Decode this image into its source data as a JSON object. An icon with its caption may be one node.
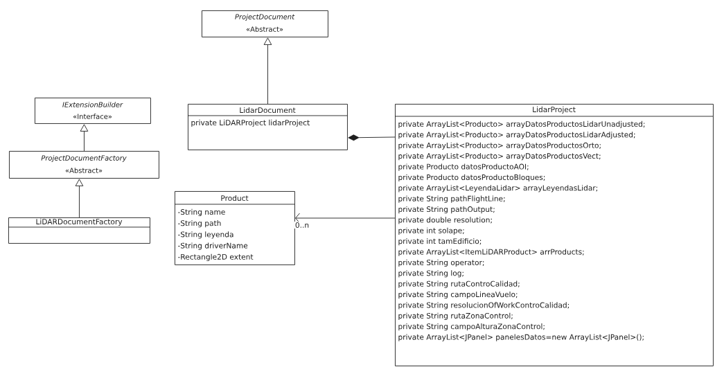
{
  "diagram": {
    "nodes": [
      {
        "text": [
          "ProjectDocument",
          "«Abstract»"
        ]
      },
      {
        "text": [
          "IExtensionBuilder",
          "«Interface»"
        ]
      },
      {
        "text": [
          "ProjectDocumentFactory",
          "«Abstract»"
        ]
      },
      {
        "text": [
          "LiDARDocumentFactory"
        ]
      },
      {
        "text": [
          "LidarDocument",
          "private LiDARProject lidarProject"
        ]
      },
      {
        "text": [
          "LidarProject",
          "private ArrayList<Producto> arrayDatosProductosLidarUnadjusted;",
          "private ArrayList<Producto> arrayDatosProductosLidarAdjusted;",
          "private ArrayList<Producto> arrayDatosProductosOrto;",
          "private ArrayList<Producto> arrayDatosProductosVect;",
          "private Producto datosProductoAOI;",
          "private Producto datosProductoBloques;",
          "private ArrayList<LeyendaLidar> arrayLeyendasLidar;",
          "private String pathFlightLine;",
          "private String pathOutput;",
          "private double resolution;",
          "private int solape;",
          "private int tamEdificio;",
          "private ArrayList<ItemLiDARProduct> arrProducts;",
          "private String operator;",
          "private String log;",
          "private String rutaControCalidad;",
          "private String campoLineaVuelo;",
          "private String resolucionOfWorkControCalidad;",
          "private String rutaZonaControl;",
          "private String campoAlturaZonaControl;",
          "private ArrayList<JPanel> panelesDatos=new ArrayList<JPanel>();"
        ]
      },
      {
        "text": [
          "Product",
          "-String name",
          "-String path",
          "-String leyenda",
          "-String driverName",
          "-Rectangle2D extent"
        ]
      }
    ],
    "edges": [
      {
        "from": 4,
        "to": 0,
        "arrow": "to"
      },
      {
        "from": 2,
        "to": 1,
        "arrow": "to"
      },
      {
        "from": 3,
        "to": 2,
        "arrow": "to"
      },
      {
        "from": 5,
        "to": 4,
        "arrow": "other"
      },
      {
        "from": 5,
        "to": 6,
        "arrow": "to",
        "label": "0..n"
      }
    ]
  }
}
